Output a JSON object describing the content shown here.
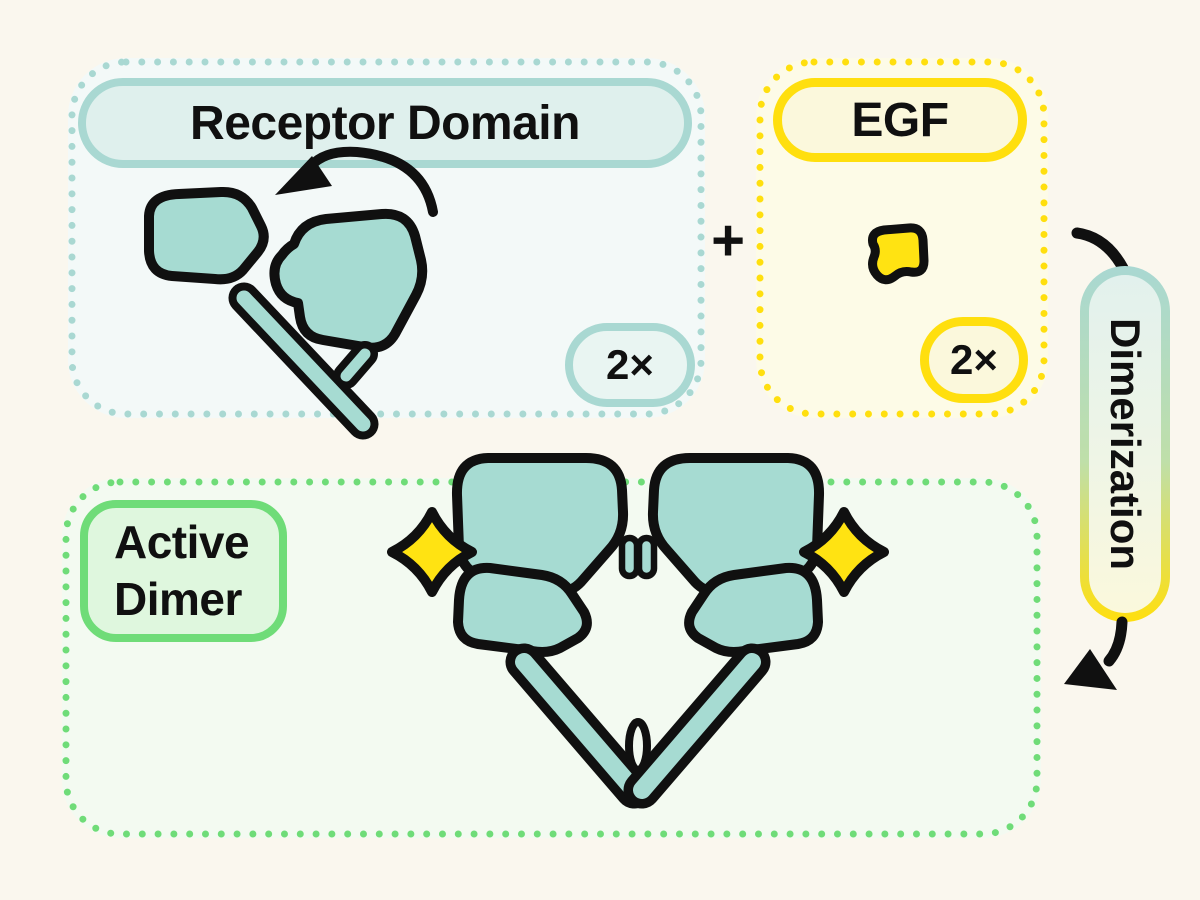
{
  "colors": {
    "page_bg": "#FAF7EE",
    "ink": "#101010",
    "teal_fill": "#A6DBD2",
    "teal_border": "#A9D8D2",
    "teal_box_bg": "#F3F9F8",
    "teal_pill_bg": "#DFF0ED",
    "teal_badge_bg": "#E9F5F2",
    "yellow": "#FFDF0E",
    "yellow_fill": "#FFE312",
    "yellow_box_bg": "#FDFBE7",
    "yellow_pill_bg": "#FBF8DC",
    "green_border": "#6FDC78",
    "green_box_bg": "#F3FAF1",
    "green_pill_bg": "#DFF7DE"
  },
  "receptor_box": {
    "title": "Receptor Domain",
    "count_badge": "2×"
  },
  "egf_box": {
    "title": "EGF",
    "count_badge": "2×"
  },
  "plus_sign": "+",
  "dimerization_label": "Dimerization",
  "active_dimer_box": {
    "title_line1": "Active",
    "title_line2": "Dimer"
  },
  "icons": {
    "rotation_arrow": "curved-arrow-counterclockwise",
    "flow_connector_top": "curved-line",
    "flow_arrow_bottom": "curved-arrow-down-left",
    "egf_ligand": "wavy-yellow-square",
    "bound_egf": "yellow-diamond",
    "receptor_monomer": "teal-protein-blobs",
    "active_dimer": "teal-protein-dimer-heart"
  }
}
